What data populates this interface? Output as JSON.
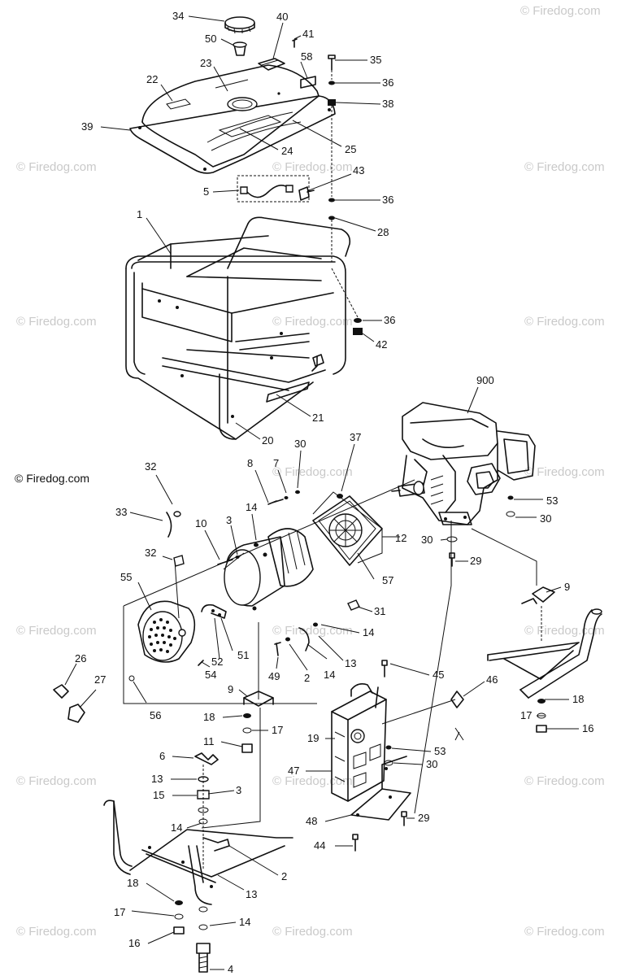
{
  "watermark": "© Firedog.com",
  "labels": {
    "l34": "34",
    "l40": "40",
    "l41": "41",
    "l50": "50",
    "l23": "23",
    "l58": "58",
    "l35": "35",
    "l22": "22",
    "l36a": "36",
    "l38": "38",
    "l39": "39",
    "l25": "25",
    "l24": "24",
    "l43": "43",
    "l5": "5",
    "l36b": "36",
    "l1": "1",
    "l28": "28",
    "l36c": "36",
    "l42": "42",
    "l900": "900",
    "l21": "21",
    "l20": "20",
    "l32a": "32",
    "l8": "8",
    "l7": "7",
    "l30a": "30",
    "l37": "37",
    "l53a": "53",
    "l33": "33",
    "l10": "10",
    "l3a": "3",
    "l14a": "14",
    "l12": "12",
    "l30b": "30",
    "l32b": "32",
    "l30c": "30",
    "l29a": "29",
    "l55": "55",
    "l57": "57",
    "l9a": "9",
    "l31": "31",
    "l51": "51",
    "l52": "52",
    "l14b": "14",
    "l13a": "13",
    "l54": "54",
    "l49": "49",
    "l2a": "2",
    "l14c": "14",
    "l26": "26",
    "l45": "45",
    "l46": "46",
    "l27": "27",
    "l9b": "9",
    "l56": "56",
    "l18a": "18",
    "l17a": "17",
    "l16a": "16",
    "l18b": "18",
    "l17b": "17",
    "l19": "19",
    "l11": "11",
    "l53b": "53",
    "l6": "6",
    "l30d": "30",
    "l47": "47",
    "l13b": "13",
    "l15": "15",
    "l3b": "3",
    "l14d": "14",
    "l48": "48",
    "l29b": "29",
    "l44": "44",
    "l2b": "2",
    "l18c": "18",
    "l13c": "13",
    "l17c": "17",
    "l14e": "14",
    "l16b": "16",
    "l4": "4"
  }
}
